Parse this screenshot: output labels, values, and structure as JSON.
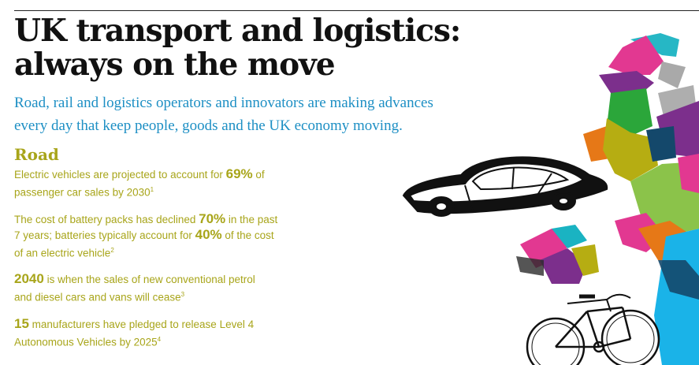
{
  "title_line1": "UK transport and logistics:",
  "title_line2": "always on the move",
  "intro_line1": "Road, rail and logistics operators and innovators are making advances",
  "intro_line2": "every day that keep people, goods and the UK economy moving.",
  "section": "Road",
  "facts": [
    {
      "l1a": "Electric vehicles are projected to account for ",
      "l1b": "69%",
      "l1c": " of",
      "l2": "passenger car sales by 2030",
      "sup": "1"
    },
    {
      "l1a": "The cost of battery packs has declined ",
      "l1b": "70%",
      "l1c": " in the past",
      "l2a": "7 years; batteries typically account for ",
      "l2b": "40%",
      "l2c": " of the cost",
      "l3": "of an electric vehicle",
      "sup": "2"
    },
    {
      "l1a": "2040",
      "l1b": " is when the sales of new conventional petrol",
      "l2": "and diesel cars and vans will cease",
      "sup": "3"
    },
    {
      "l1a": "15",
      "l1b": " manufacturers have pledged to release Level 4",
      "l2": "Autonomous Vehicles by 2025",
      "sup": "4"
    }
  ],
  "colors": {
    "accent": "#a8a51a",
    "intro": "#1d8fc4",
    "title": "#111111"
  },
  "illustration": {
    "subjects": [
      "uk-map-icon",
      "vintage-car-icon",
      "bicycle-icon"
    ]
  }
}
